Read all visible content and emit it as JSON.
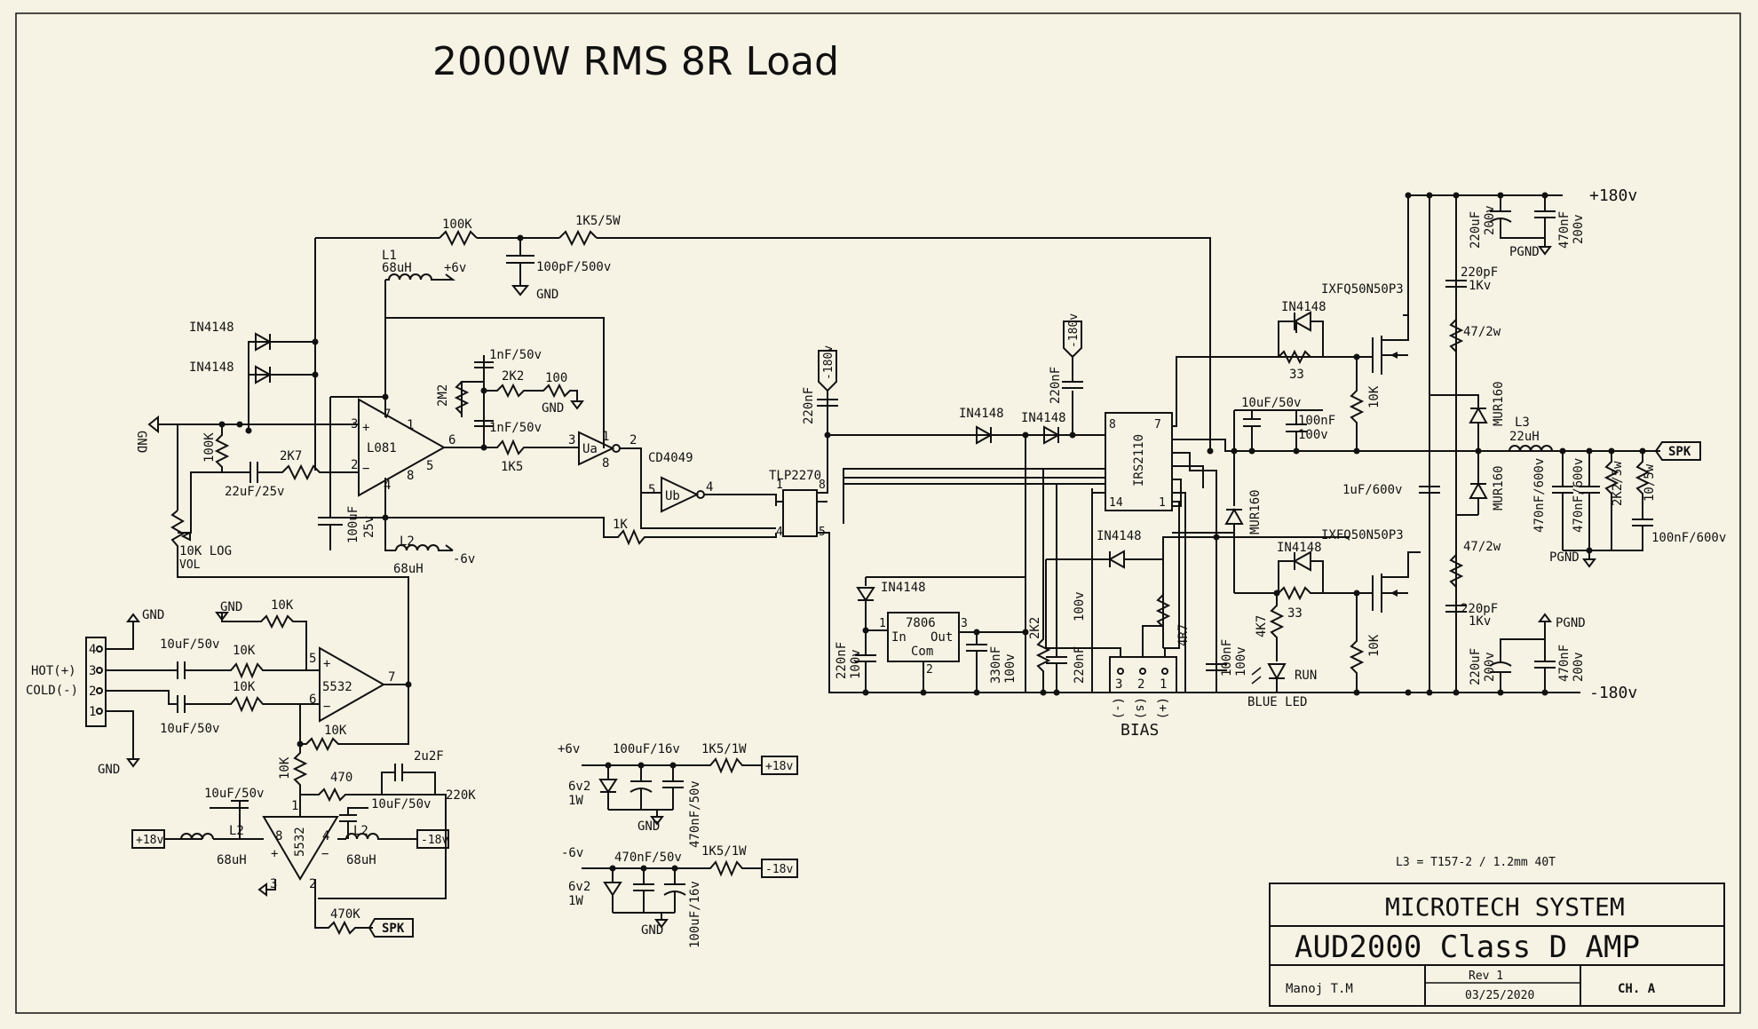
{
  "title": "2000W RMS 8R Load",
  "rails": {
    "pos": "+180v",
    "neg": "-180v"
  },
  "labels": {
    "l1": "L1",
    "l1_val": "68uH",
    "p6v": "+6v",
    "n6v": "-6v",
    "l2": "L2",
    "l2_val": "68uH",
    "r100k_fb": "100K",
    "r1k5_5w": "1K5/5W",
    "c100p": "100pF/500v",
    "gnd": "GND",
    "d_in4148a": "IN4148",
    "d_in4148b": "IN4148",
    "gnd_in": "GND",
    "r100k": "100K",
    "r2k7": "2K7",
    "c22u": "22uF/25v",
    "vol": "10K LOG",
    "vol_sub": "VOL",
    "opamp1": "L081",
    "c1n_a": "1nF/50v",
    "c1n_b": "1nF/50v",
    "r2m2": "2M2",
    "r2k2": "2K2",
    "r100": "100",
    "gnd2": "GND",
    "r1k5": "1K5",
    "c100u": "100uF",
    "c100u_v": "25v",
    "ua": "Ua",
    "ub": "Ub",
    "cd4049": "CD4049",
    "r1k": "1K",
    "tlp": "TLP2270",
    "c220n_a": "220nF",
    "tag_m180a": "-180v",
    "d_in4148c": "IN4148",
    "d_in4148d": "IN4148",
    "c220n_b": "220nF",
    "tag_m180b": "-180v",
    "irs": "IRS2110",
    "c10u": "10uF/50v",
    "c100n": "100nF",
    "c100n_v": "100v",
    "mur_a": "MUR160",
    "d_in4148e": "IN4148",
    "r4r7": "4R7",
    "d_in4148f": "IN4148",
    "reg": "7806",
    "reg_in": "In",
    "reg_out": "Out",
    "reg_com": "Com",
    "c220n_c": "220nF",
    "c220n_c_v": "100v",
    "c330n": "330nF",
    "c330n_v": "100v",
    "r2k2b": "2K2",
    "c220n_d": "220nF",
    "c220n_d_v": "100v",
    "c100n_b": "100nF",
    "c100n_b_v": "100v",
    "bias": "BIAS",
    "bias_p3": "3",
    "bias_p2": "2",
    "bias_p1": "1",
    "bias_m": "(-)",
    "bias_s": "(s)",
    "bias_p": "(+)",
    "mosfet_a": "IXFQ50N50P3",
    "mosfet_b": "IXFQ50N50P3",
    "d_in4148g": "IN4148",
    "d_in4148h": "IN4148",
    "r33a": "33",
    "r33b": "33",
    "r10k_a": "10K",
    "r10k_b": "10K",
    "r4k7": "4K7",
    "run": "RUN",
    "blue_led": "BLUE LED",
    "c220u_a": "220uF",
    "c220u_a_v": "200v",
    "c470n_a": "470nF",
    "c470n_a_v": "200v",
    "pgnd": "PGND",
    "c220p_a": "220pF",
    "c220p_a_v": "1Kv",
    "r47a": "47/2w",
    "c1u": "1uF/600v",
    "r47b": "47/2w",
    "c220p_b": "220pF",
    "c220p_b_v": "1Kv",
    "c220u_b": "220uF",
    "c220u_b_v": "200v",
    "c470n_b": "470nF",
    "c470n_b_v": "200v",
    "pgnd_b": "PGND",
    "mur_b": "MUR160",
    "mur_c": "MUR160",
    "l3": "L3",
    "l3_val": "22uH",
    "spk": "SPK",
    "c470n600a": "470nF/600v",
    "c470n600b": "470nF/600v",
    "r2k2_5w": "2K2/5w",
    "r10_5w": "10/5w",
    "c100n600": "100nF/600v",
    "pgnd_c": "PGND",
    "gnd_top": "GND",
    "hot": "HOT(+)",
    "cold": "COLD(-)",
    "gnd_bot": "GND",
    "p4": "4",
    "p3": "3",
    "p2": "2",
    "p1": "1",
    "c10u_a": "10uF/50v",
    "c10u_b": "10uF/50v",
    "r10k_in": "10K",
    "r10k_in2": "10K",
    "r10k_top": "10K",
    "r10k_fb": "10K",
    "gnd_op": "GND",
    "op5532a": "5532",
    "r10k_v": "10K",
    "r470": "470",
    "c2u2": "2u2F",
    "r220k": "220K",
    "c10u_c": "10uF/50v",
    "c10u_d": "10uF/50v",
    "tag_p18": "+18v",
    "tag_m18": "-18v",
    "op5532b": "5532",
    "r470k": "470K",
    "spk_tag": "SPK",
    "ps_p6v": "+6v",
    "ps_c100u": "100uF/16v",
    "ps_r1k5a": "1K5/1W",
    "ps_tag18": "+18v",
    "ps_z1": "6v2",
    "ps_z1w": "1W",
    "ps_gnd1": "GND",
    "ps_c470n": "470nF/50v",
    "ps_m6v": "-6v",
    "ps_c470nb": "470nF/50v",
    "ps_r1k5b": "1K5/1W",
    "ps_tagm18": "-18v",
    "ps_z2": "6v2",
    "ps_z2w": "1W",
    "ps_gnd2": "GND",
    "ps_c100ub": "100uF/16v",
    "l3_note": "L3 = T157-2 / 1.2mm 40T"
  },
  "title_block": {
    "company": "MICROTECH SYSTEM",
    "product": "AUD2000 Class D AMP",
    "author": "Manoj T.M",
    "rev": "Rev 1",
    "date": "03/25/2020",
    "channel": "CH. A"
  }
}
